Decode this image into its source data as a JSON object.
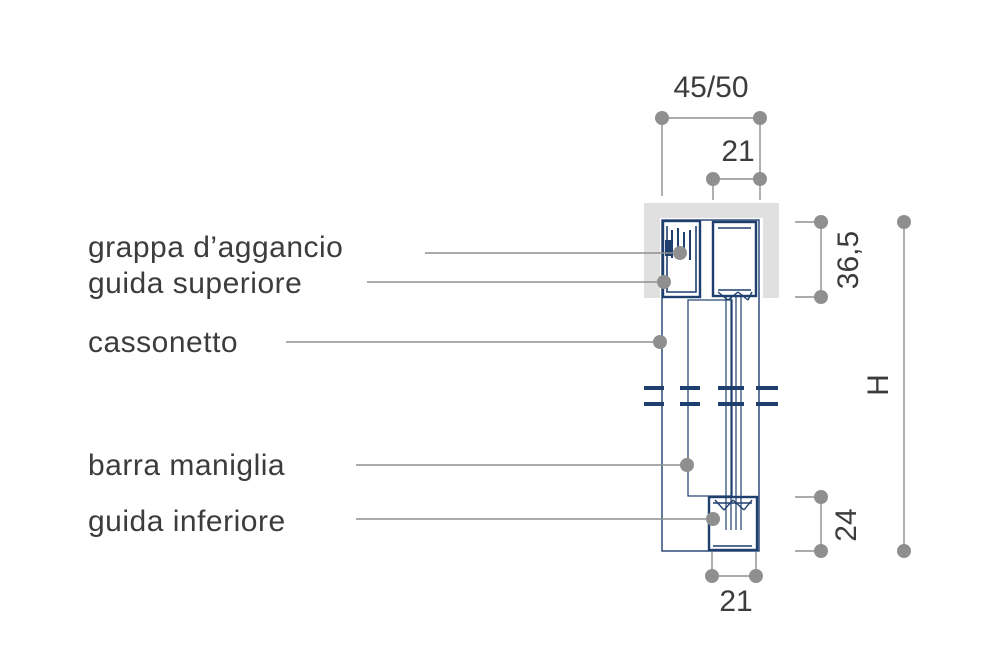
{
  "labels": {
    "clip": "grappa d’aggancio",
    "upper_guide": "guida superiore",
    "box": "cassonetto",
    "handle_bar": "barra maniglia",
    "lower_guide": "guida inferiore"
  },
  "dimensions": {
    "top_total": "45/50",
    "top_inner": "21",
    "upper_height": "36,5",
    "overall_height": "H",
    "lower_height": "24",
    "bottom_width": "21"
  },
  "colors": {
    "profile": "#1f3f6e",
    "leader": "#8f8f8f",
    "text": "#3c3c3e",
    "recess": "#e0e0e0"
  }
}
